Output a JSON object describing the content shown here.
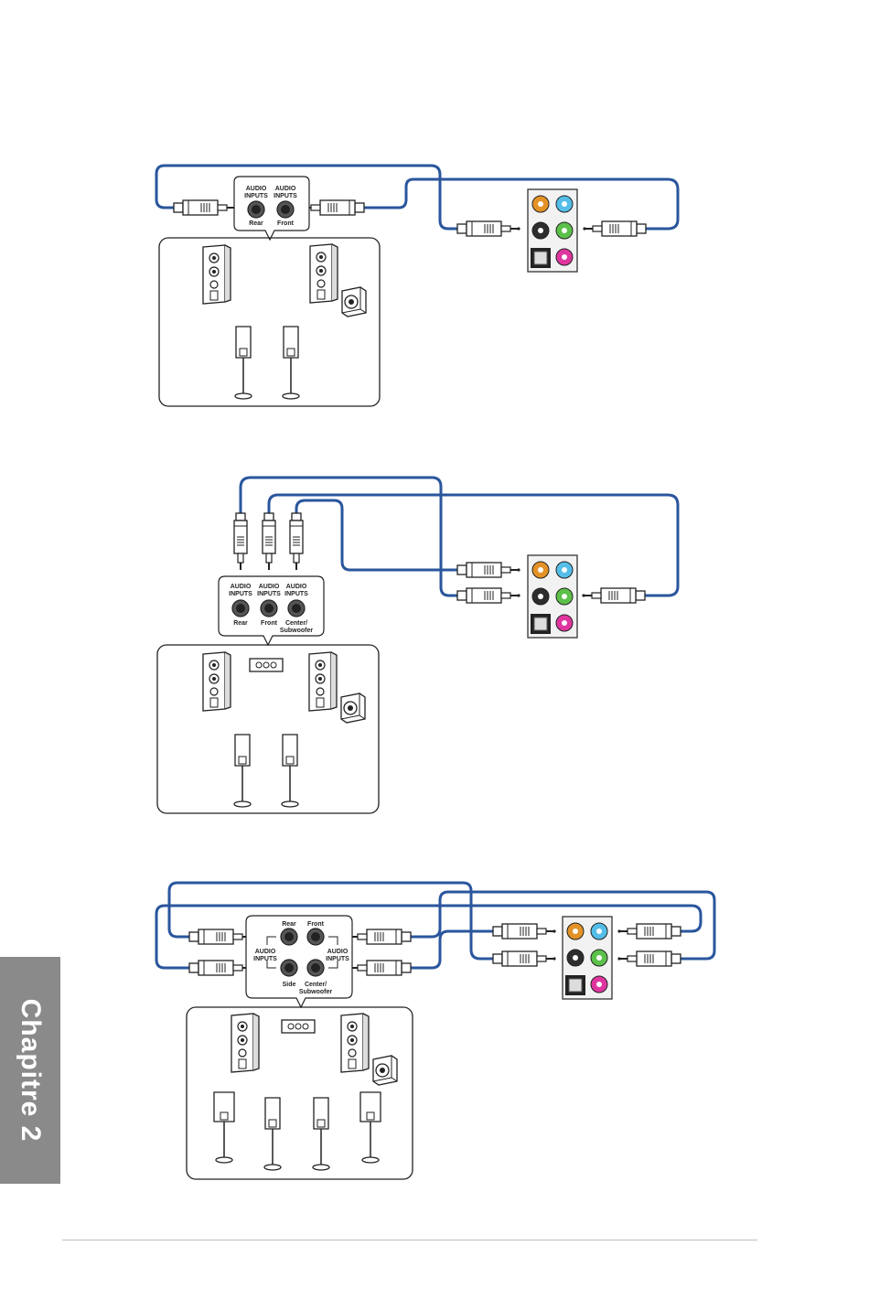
{
  "chapter_tab": {
    "label": "Chapitre 2"
  },
  "colors": {
    "cable": "#2a569d",
    "jack_orange": "#e39227",
    "jack_blue": "#54bee8",
    "jack_black": "#2d2d2d",
    "jack_green": "#5cc04a",
    "jack_pink": "#e0359f",
    "tab_gray": "#8a8a8a"
  },
  "icons": {
    "speaker": "floor-speaker-icon",
    "satellite": "satellite-speaker-icon",
    "subwoofer": "subwoofer-icon",
    "plug": "audio-plug-icon",
    "panel": "rear-audio-panel-icon"
  },
  "diagram1": {
    "inputs_header": "AUDIO INPUTS",
    "jacks": [
      "Rear",
      "Front"
    ]
  },
  "diagram2": {
    "inputs_header": "AUDIO INPUTS",
    "jacks": [
      "Rear",
      "Front",
      "Center/",
      "Subwoofer"
    ]
  },
  "diagram3": {
    "jacks_top": [
      "Rear",
      "Front"
    ],
    "inputs_header_left": "AUDIO INPUTS",
    "inputs_header_right": "AUDIO INPUTS",
    "jacks_bottom": [
      "Side",
      "Center/",
      "Subwoofer"
    ]
  }
}
